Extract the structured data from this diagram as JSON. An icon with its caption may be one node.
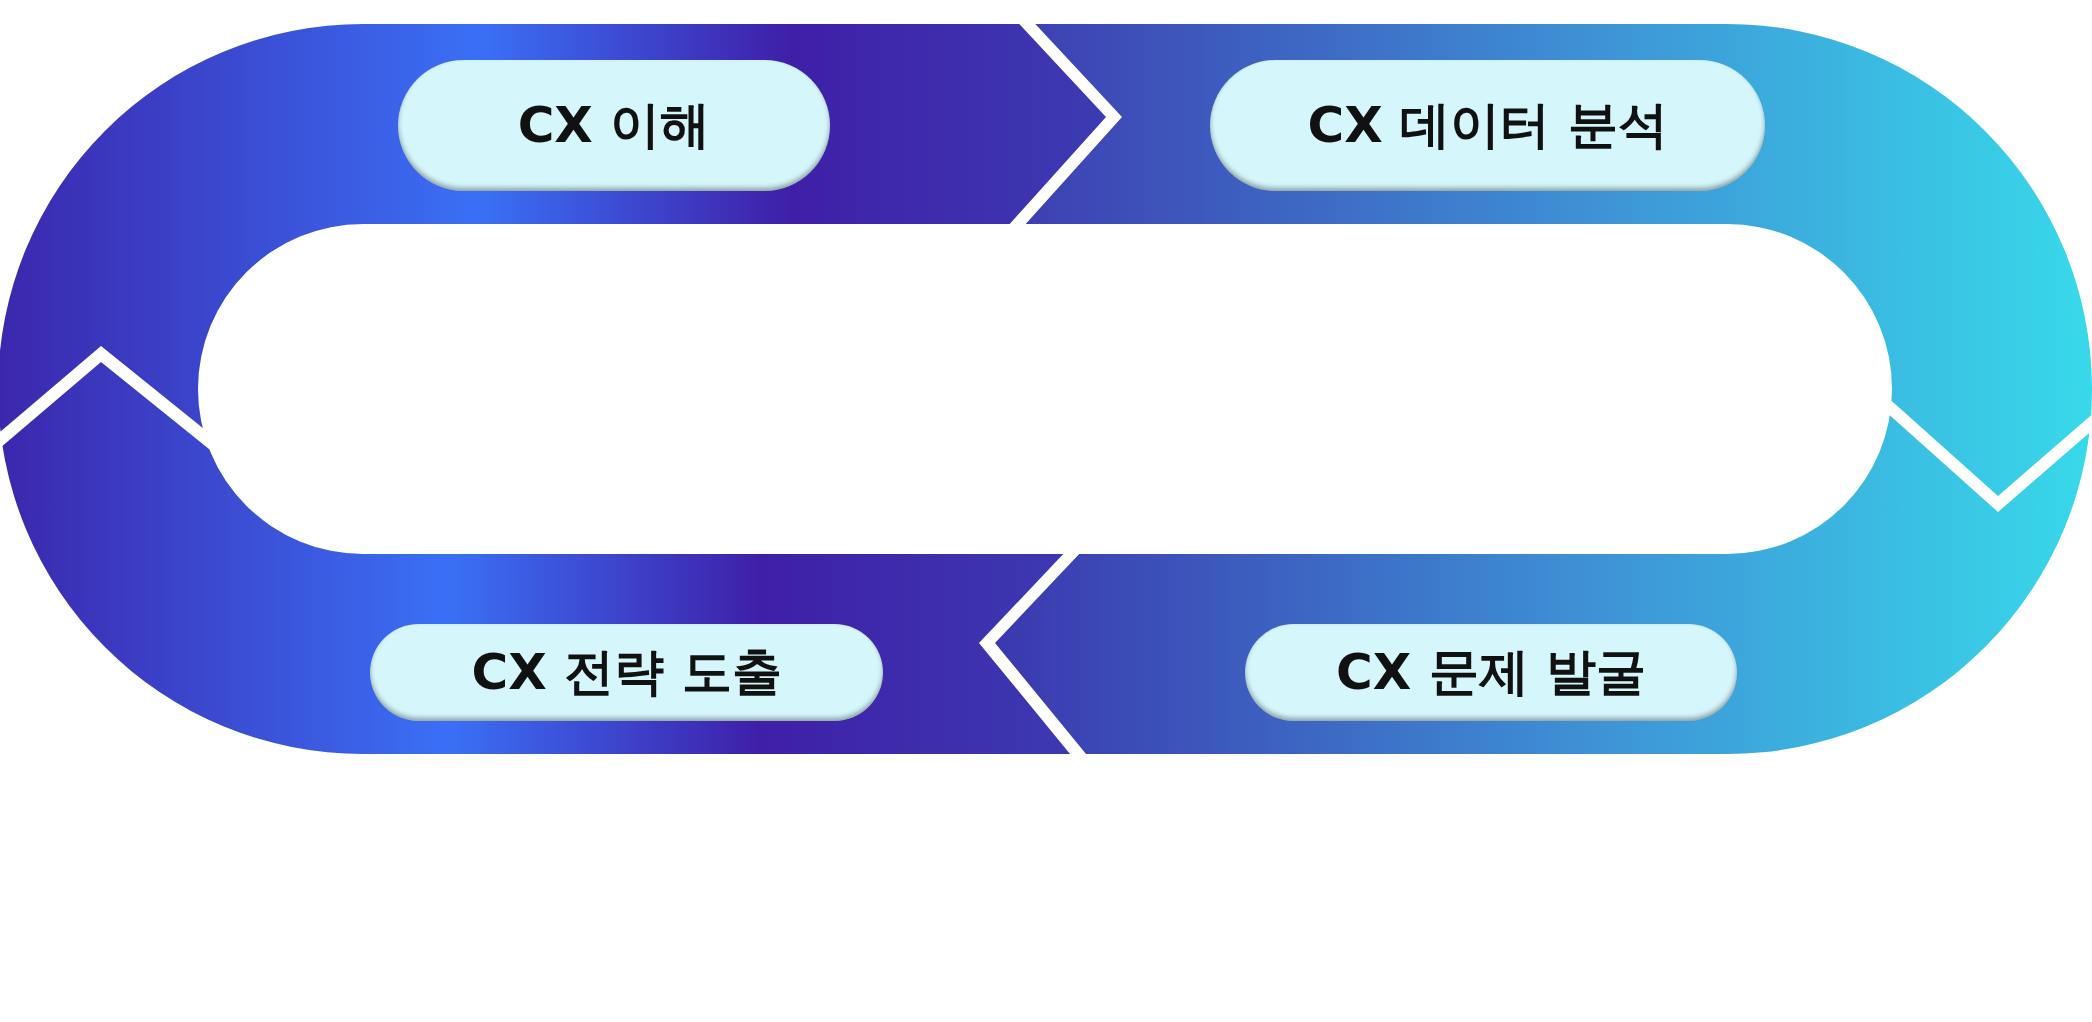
{
  "diagram": {
    "nodes": [
      {
        "text": [
          "CX 이해"
        ]
      },
      {
        "text": [
          "CX 데이터 분석"
        ]
      },
      {
        "text": [
          "CX 문제 발굴"
        ]
      },
      {
        "text": [
          "CX 전략 도출"
        ]
      }
    ]
  }
}
